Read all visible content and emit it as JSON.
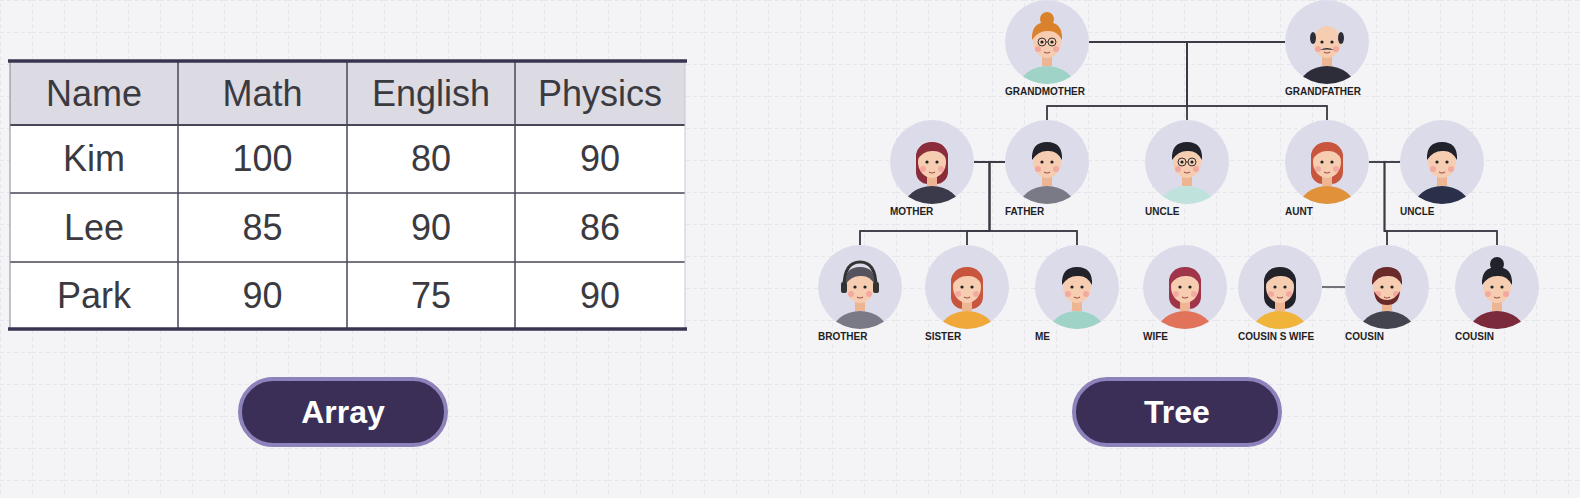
{
  "diagram": {
    "nodes": [
      {
        "text": [
          "Array"
        ]
      },
      {
        "text": [
          "GRANDMOTHER"
        ]
      },
      {
        "text": [
          "GRANDFATHER"
        ]
      },
      {
        "text": [
          "MOTHER"
        ]
      },
      {
        "text": [
          "FATHER"
        ]
      },
      {
        "text": [
          "UNCLE"
        ]
      },
      {
        "text": [
          "AUNT"
        ]
      },
      {
        "text": [
          "UNCLE"
        ]
      },
      {
        "text": [
          "BROTHER"
        ]
      },
      {
        "text": [
          "SISTER"
        ]
      },
      {
        "text": [
          "ME"
        ]
      },
      {
        "text": [
          "WIFE"
        ]
      },
      {
        "text": [
          "COUSIN S WIFE"
        ]
      },
      {
        "text": [
          "COUSIN"
        ]
      },
      {
        "text": [
          "COUSIN"
        ]
      },
      {
        "text": [
          "Tree"
        ]
      }
    ],
    "edges": [
      {
        "from": 1,
        "to": 4,
        "arrow": "none"
      },
      {
        "from": 1,
        "to": 5,
        "arrow": "none"
      },
      {
        "from": 1,
        "to": 6,
        "arrow": "none"
      },
      {
        "from": 2,
        "to": 4,
        "arrow": "none"
      },
      {
        "from": 2,
        "to": 5,
        "arrow": "none"
      },
      {
        "from": 2,
        "to": 6,
        "arrow": "none"
      },
      {
        "from": 3,
        "to": 8,
        "arrow": "none"
      },
      {
        "from": 3,
        "to": 9,
        "arrow": "none"
      },
      {
        "from": 3,
        "to": 10,
        "arrow": "none"
      },
      {
        "from": 4,
        "to": 8,
        "arrow": "none"
      },
      {
        "from": 4,
        "to": 9,
        "arrow": "none"
      },
      {
        "from": 4,
        "to": 10,
        "arrow": "none"
      },
      {
        "from": 6,
        "to": 13,
        "arrow": "none"
      },
      {
        "from": 6,
        "to": 14,
        "arrow": "none"
      },
      {
        "from": 7,
        "to": 13,
        "arrow": "none"
      },
      {
        "from": 7,
        "to": 14,
        "arrow": "none"
      },
      {
        "from": 12,
        "to": 13,
        "arrow": "none"
      }
    ],
    "labels": [
      "Name",
      "Math",
      "English",
      "Physics",
      "Kim",
      "100",
      "80",
      "90",
      "Lee",
      "85",
      "90",
      "86",
      "Park",
      "90",
      "75",
      "90"
    ]
  }
}
